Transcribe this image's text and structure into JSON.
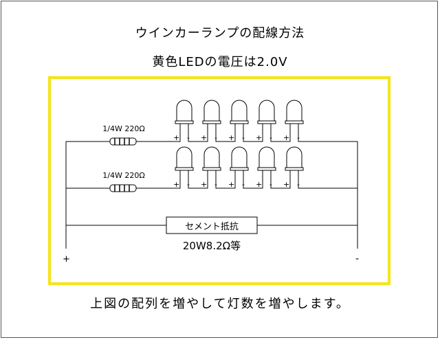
{
  "title": "ウインカーランプの配線方法",
  "subtitle": "黄色LEDの電圧は2.0V",
  "caption": "上図の配列を増やして灯数を増やします。",
  "diagram": {
    "rows": [
      {
        "resistor_label": "1/4W 220Ω"
      },
      {
        "resistor_label": "1/4W 220Ω"
      }
    ],
    "led_count_per_row": 5,
    "cement_resistor": {
      "label": "セメント抵抗",
      "value": "20W8.2Ω等"
    },
    "terminal_plus": "+",
    "terminal_minus": "-",
    "led_plus_mark": "+",
    "led_minus_mark": "-",
    "colors": {
      "frame_highlight": "#f5e516",
      "wire": "#000000"
    }
  }
}
